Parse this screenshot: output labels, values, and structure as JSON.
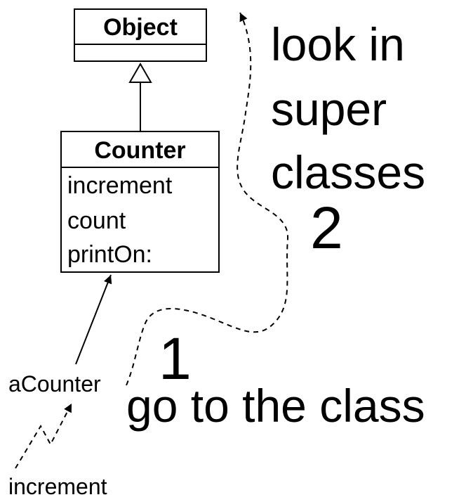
{
  "object_class": {
    "title": "Object"
  },
  "counter_class": {
    "title": "Counter",
    "methods": [
      "increment",
      "count",
      "printOn:"
    ]
  },
  "instance": {
    "label": "aCounter"
  },
  "message": {
    "label": "increment"
  },
  "step1": {
    "number": "1",
    "text": "go to the class"
  },
  "step2": {
    "number": "2",
    "lines": [
      "look in",
      "super",
      "classes"
    ]
  }
}
